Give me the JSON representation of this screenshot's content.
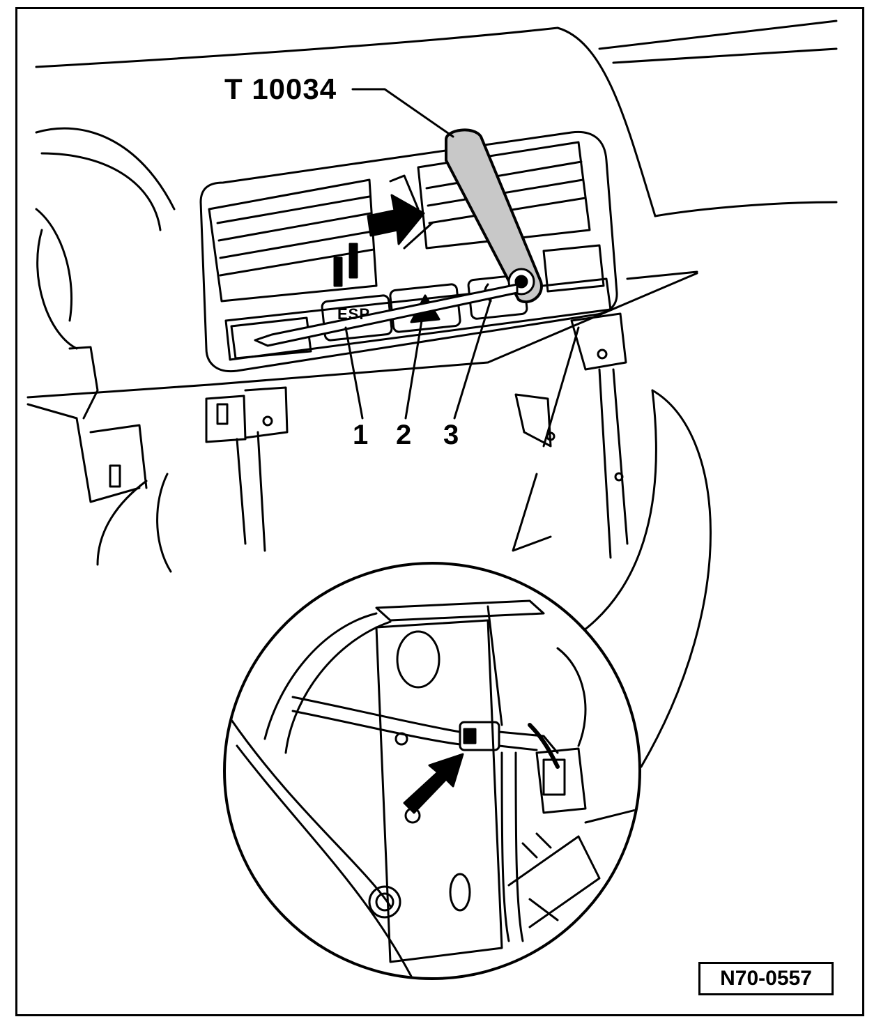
{
  "figure": {
    "tool_label": "T 10034",
    "figure_id": "N70-0557",
    "button_text": "ESP",
    "callouts": [
      "1",
      "2",
      "3"
    ],
    "colors": {
      "ink": "#000000",
      "paper": "#ffffff",
      "tool_fill": "#c8c8c8"
    }
  }
}
